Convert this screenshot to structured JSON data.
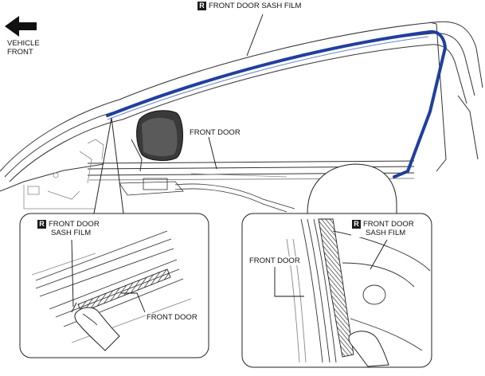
{
  "direction": {
    "arrow_icon": "left-arrow-icon",
    "line1": "VEHICLE",
    "line2": "FRONT"
  },
  "labels": {
    "badge_letter": "R",
    "top_sash_film": "FRONT DOOR SASH FILM",
    "main_front_door": "FRONT DOOR",
    "left_detail": {
      "sash_line1": "FRONT DOOR",
      "sash_line2": "SASH FILM",
      "front_door": "FRONT DOOR"
    },
    "right_detail": {
      "sash_line1": "FRONT DOOR",
      "sash_line2": "SASH FILM",
      "front_door": "FRONT DOOR"
    }
  },
  "colors": {
    "sash_film": "#1f3f9e",
    "line": "#222222",
    "light_line": "#9a9a9a",
    "mirror": "#3a3a3a"
  }
}
